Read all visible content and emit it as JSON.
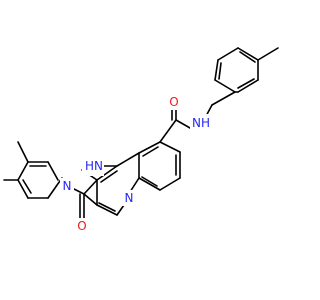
{
  "colors": {
    "bond": "#000000",
    "nitrogen": "#2727f5",
    "oxygen": "#ee1c1c",
    "background": "#ffffff"
  },
  "labels": {
    "amide_nh": "NH",
    "carbonyl_o_amide": "O",
    "pyrazole_nh": "HN",
    "pyrazole_n": "N",
    "ketone_o": "O",
    "quinoline_n": "N"
  }
}
